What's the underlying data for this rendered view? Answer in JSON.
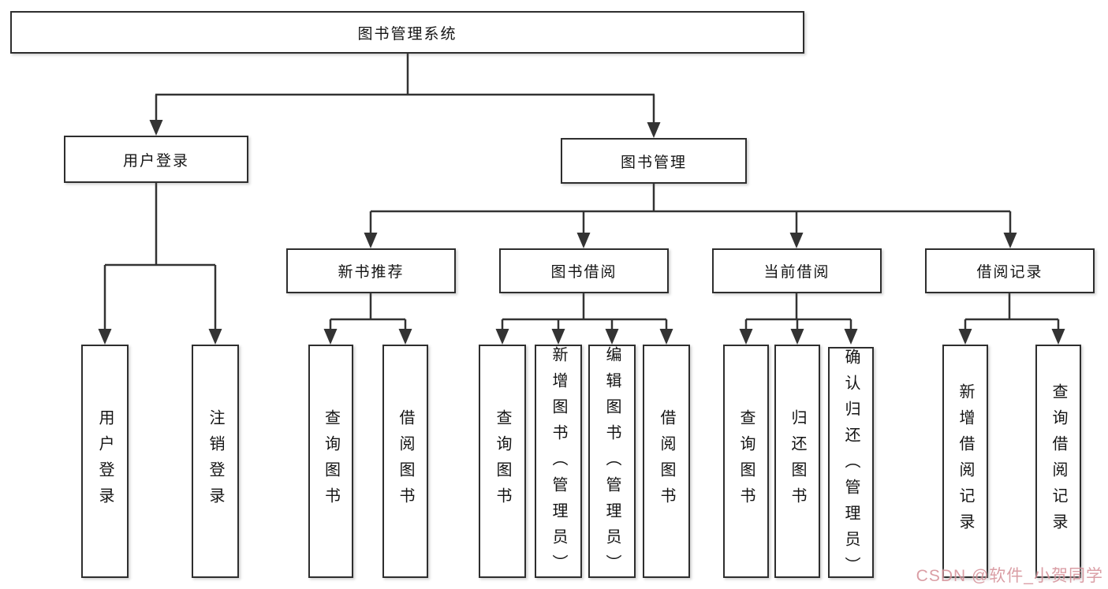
{
  "diagram": {
    "root": {
      "label": "图书管理系统"
    },
    "branches": [
      {
        "label": "用户登录",
        "leaves": [
          {
            "label": "用户登录"
          },
          {
            "label": "注销登录"
          }
        ]
      },
      {
        "label": "图书管理",
        "groups": [
          {
            "label": "新书推荐",
            "leaves": [
              {
                "label": "查询图书"
              },
              {
                "label": "借阅图书"
              }
            ]
          },
          {
            "label": "图书借阅",
            "leaves": [
              {
                "label": "查询图书"
              },
              {
                "label": "新增图书（管理员）"
              },
              {
                "label": "编辑图书（管理员）"
              },
              {
                "label": "借阅图书"
              }
            ]
          },
          {
            "label": "当前借阅",
            "leaves": [
              {
                "label": "查询图书"
              },
              {
                "label": "归还图书"
              },
              {
                "label": "确认归还（管理员）"
              }
            ]
          },
          {
            "label": "借阅记录",
            "leaves": [
              {
                "label": "新增借阅记录"
              },
              {
                "label": "查询借阅记录"
              }
            ]
          }
        ]
      }
    ]
  },
  "watermark": {
    "text": "CSDN @软件_小贺同学"
  },
  "colors": {
    "line": "#333333",
    "box_border": "#2e2e2e",
    "text": "#141414",
    "watermark_pink": "#cd7d87",
    "background": "#ffffff"
  }
}
